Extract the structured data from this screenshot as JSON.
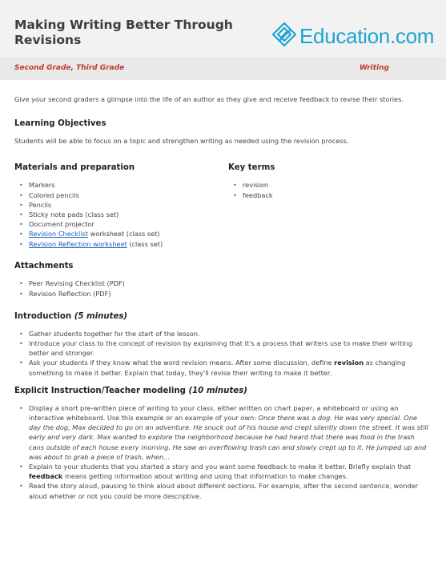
{
  "header": {
    "title_line1": "Making Writing Better Through",
    "title_line2": "Revisions",
    "logo_text": "Education.com",
    "logo_icon": "pencil-icon"
  },
  "meta": {
    "grades": "Second Grade, Third Grade",
    "subject": "Writing"
  },
  "intro_text": "Give your second graders a glimpse into the life of an author as they give and receive feedback to revise their stories.",
  "objectives": {
    "heading": "Learning Objectives",
    "text": "Students will be able to focus on a topic and strengthen writing as needed using the revision process."
  },
  "materials": {
    "heading": "Materials and preparation",
    "items": [
      "Markers",
      "Colored pencils",
      "Pencils",
      "Sticky note pads (class set)",
      "Document projector"
    ],
    "link_items": [
      {
        "link": "Revision Checklist",
        "rest": " worksheet (class set)"
      },
      {
        "link": "Revision Reflection worksheet",
        "rest": " (class set)"
      }
    ]
  },
  "key_terms": {
    "heading": "Key terms",
    "items": [
      "revision",
      "feedback"
    ]
  },
  "attachments": {
    "heading": "Attachments",
    "items": [
      "Peer Revising Checklist (PDF)",
      "Revision Reflection (PDF)"
    ]
  },
  "introduction": {
    "heading": "Introduction",
    "time": "(5 minutes)",
    "item1": "Gather students together for the start of the lesson.",
    "item2": "Introduce your class to the concept of revision by explaining that it's a process that writers use to make their writing better and stronger.",
    "item3_a": "Ask your students if they know what the word revision means. After some discussion, define ",
    "item3_term": "revision",
    "item3_b": " as changing something to make it better. Explain that today, they'll revise their writing to make it better."
  },
  "explicit": {
    "heading": "Explicit Instruction/Teacher modeling",
    "time": "(10 minutes)",
    "item1_a": "Display a short pre-written piece of writing to your class, either written on chart paper, a whiteboard or using an interactive whiteboard. Use this example or an example of your own: ",
    "item1_story": "Once there was a dog. He was very special. One day the dog, Max decided to go on an adventure. He snuck out of his house and crept silently down the street. It was still early and very dark. Max wanted to explore the neighborhood because he had heard that there was food in the trash cans outside of each house every morning. He saw an overflowing trash can and slowly crept up to it. He jumped up and was about to grab a piece of trash, when...",
    "item2_a": "Explain to your students that you started a story and you want some feedback to make it better. Briefly explain that ",
    "item2_term": "feedback",
    "item2_b": " means getting information about writing and using that information to make changes.",
    "item3": "Read the story aloud, pausing to think aloud about different sections. For example, after the second sentence, wonder aloud whether or not you could be more descriptive."
  }
}
